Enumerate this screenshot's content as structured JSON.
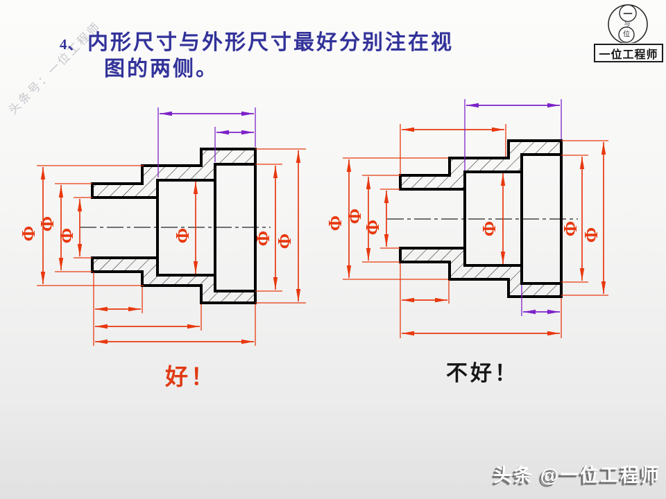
{
  "title": {
    "number": "4、",
    "line1": "内形尺寸与外形尺寸最好分别注在视",
    "line2": "图的两侧。"
  },
  "watermark": {
    "text": "头条号：一位工程师"
  },
  "logo": {
    "top_char": "一",
    "middle_char": "与",
    "bottom_char": "位",
    "caption": "一位工程师"
  },
  "symbols": {
    "phi": "Φ"
  },
  "labels": {
    "good": "好！",
    "bad": "不好！"
  },
  "footer": {
    "text": "头条 @一位工程师"
  },
  "colors": {
    "dimension_red": "#e8380d",
    "dimension_purple": "#7d22c9",
    "title_blue": "#32329a",
    "outline_black": "#000000",
    "watermark_gray": "#c7c7cd"
  }
}
